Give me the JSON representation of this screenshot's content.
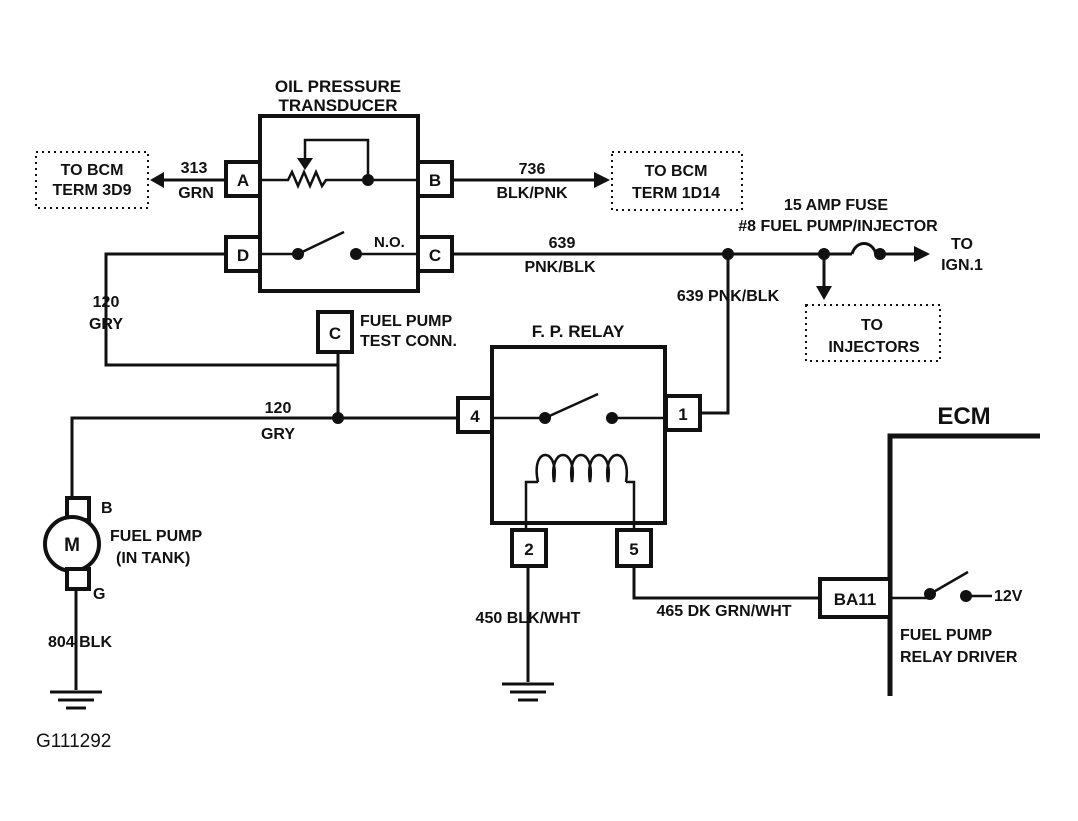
{
  "diagram": {
    "transducer": {
      "title_line1": "OIL PRESSURE",
      "title_line2": "TRANSDUCER",
      "pin_a": "A",
      "pin_b": "B",
      "pin_c": "C",
      "pin_d": "D",
      "no_label": "N.O."
    },
    "left_bcm": {
      "line1": "TO BCM",
      "line2": "TERM 3D9",
      "wire_num": "313",
      "wire_color": "GRN"
    },
    "right_bcm": {
      "line1": "TO BCM",
      "line2": "TERM 1D14",
      "wire_num": "736",
      "wire_color": "BLK/PNK"
    },
    "wire_639_top": {
      "num": "639",
      "color": "PNK/BLK"
    },
    "fuse": {
      "line1": "15 AMP FUSE",
      "line2": "#8 FUEL PUMP/INJECTOR"
    },
    "ign": {
      "line1": "TO",
      "line2": "IGN.1"
    },
    "injectors": {
      "line1": "TO",
      "line2": "INJECTORS"
    },
    "wire_639_down": "639 PNK/BLK",
    "wire_120_left": {
      "num": "120",
      "color": "GRY"
    },
    "test_conn": {
      "pin": "C",
      "line1": "FUEL PUMP",
      "line2": "TEST CONN."
    },
    "wire_120_mid": {
      "num": "120",
      "color": "GRY"
    },
    "relay": {
      "title": "F. P. RELAY",
      "pin1": "1",
      "pin2": "2",
      "pin4": "4",
      "pin5": "5"
    },
    "motor": {
      "symbol": "M",
      "pin_b": "B",
      "pin_g": "G",
      "line1": "FUEL PUMP",
      "line2": "(IN TANK)",
      "ground_wire": "804 BLK"
    },
    "wire_450": "450 BLK/WHT",
    "wire_465": "465  DK GRN/WHT",
    "ecm": {
      "title": "ECM",
      "pin": "BA11",
      "voltage": "12V",
      "driver_line1": "FUEL PUMP",
      "driver_line2": "RELAY DRIVER"
    },
    "figure_id": "G111292"
  }
}
